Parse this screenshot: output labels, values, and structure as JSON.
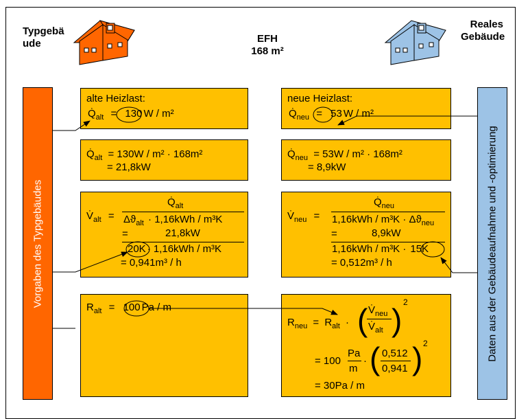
{
  "header": {
    "left_title_line1": "Typgebä",
    "left_title_line2": "ude",
    "center_line1": "EFH",
    "center_line2": "168 m²",
    "right_title_line1": "Reales",
    "right_title_line2": "Gebäude",
    "left_house_color": "#FF6600",
    "right_house_color": "#9DC3E6"
  },
  "sidebars": {
    "left_label": "Vorgaben des Typgebäudes",
    "right_label": "Daten aus der Gebäudeaufnahme und -optimierung"
  },
  "box1_left": {
    "title": "alte Heizlast:",
    "sym": "Q̇",
    "sub": "alt",
    "value": "130",
    "unit": "W / m²"
  },
  "box1_right": {
    "title": "neue Heizlast:",
    "sym": "Q̇",
    "sub": "neu",
    "value": "53",
    "unit": "W / m²"
  },
  "box2_left": {
    "sym": "Q̇",
    "sub": "alt",
    "line1": "= 130W / m² · 168m²",
    "line2": "= 21,8kW"
  },
  "box2_right": {
    "sym": "Q̇",
    "sub": "neu",
    "line1": "= 53W / m² · 168m²",
    "line2": "= 8,9kW"
  },
  "box3_left": {
    "sym": "V̇",
    "sub": "alt",
    "num_sym": "Q̇",
    "num_sub": "alt",
    "den_a": "Δϑ",
    "den_a_sub": "alt",
    "den_b": "· 1,16kWh / m³K",
    "num2": "21,8kW",
    "den2_circ": "20K",
    "den2_rest": "· 1,16kWh / m³K",
    "result": "= 0,941m³ / h"
  },
  "box3_right": {
    "sym": "V̇",
    "sub": "neu",
    "num_sym": "Q̇",
    "num_sub": "neu",
    "den_a": "1,16kWh / m³K · Δϑ",
    "den_a_sub": "neu",
    "num2": "8,9kW",
    "den2_rest": "1,16kWh / m³K ·",
    "den2_circ": "15K",
    "result": "= 0,512m³ / h"
  },
  "box4_left": {
    "sym": "R",
    "sub": "alt",
    "value": "100",
    "unit": "Pa / m"
  },
  "box4_right": {
    "sym": "R",
    "sub": "neu",
    "rhs_sym": "R",
    "rhs_sub": "alt",
    "ratio_num": "V̇",
    "ratio_num_sub": "neu",
    "ratio_den": "V̇",
    "ratio_den_sub": "alt",
    "exp": "2",
    "l2_prefix": "= 100",
    "l2_unit_num": "Pa",
    "l2_unit_den": "m",
    "l2_num": "0,512",
    "l2_den": "0,941",
    "result": "= 30Pa / m"
  },
  "colors": {
    "box_fill": "#FFC000",
    "left_bar": "#FF6600",
    "right_bar": "#9DC3E6"
  }
}
